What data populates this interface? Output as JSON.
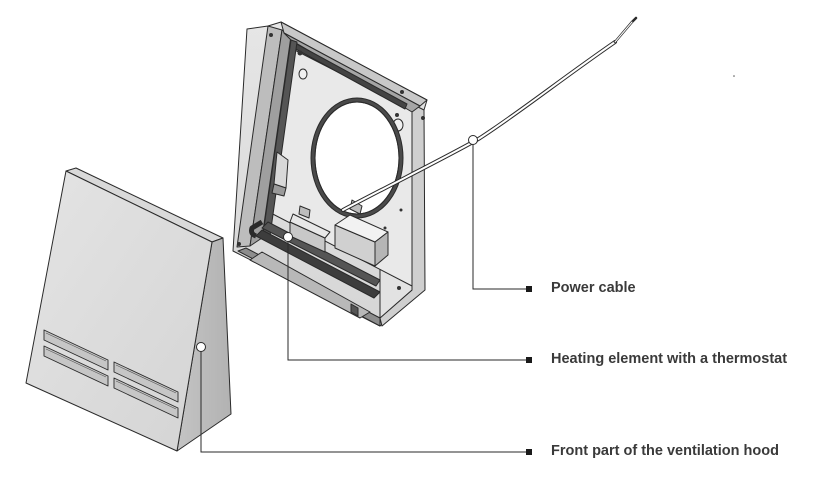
{
  "diagram": {
    "callouts": [
      {
        "id": "power-cable",
        "label": "Power cable"
      },
      {
        "id": "heating-element",
        "label": "Heating element with a thermostat"
      },
      {
        "id": "front-part",
        "label": "Front part of the ventilation hood"
      }
    ],
    "colors": {
      "line": "#2a2a2a",
      "panel_light": "#e8e8e8",
      "panel_mid": "#d2d2d2",
      "panel_dark": "#a9a9a9",
      "label": "#3a3a3a"
    }
  }
}
